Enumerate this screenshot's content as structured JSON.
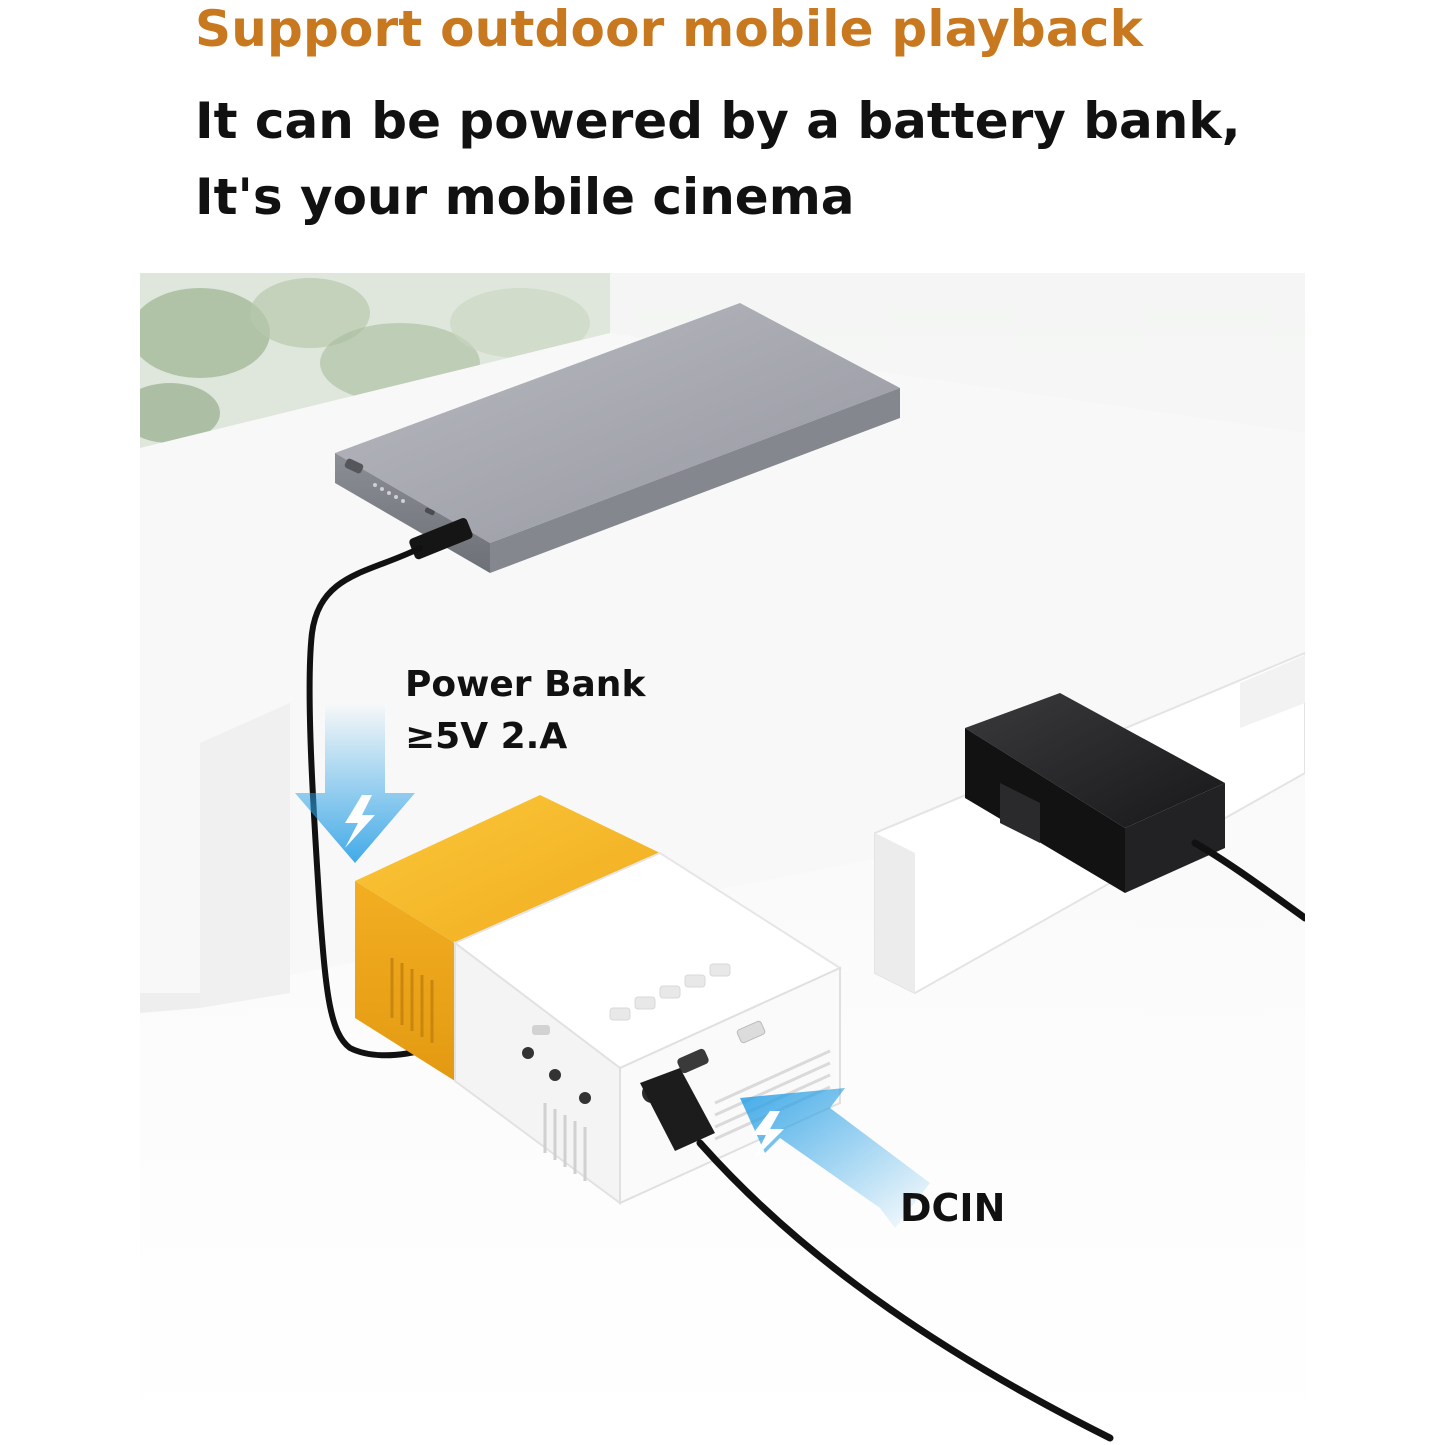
{
  "header": {
    "headline": "Support outdoor mobile playback",
    "subline_1": "It can be powered by a battery bank,",
    "subline_2": "It's your mobile cinema"
  },
  "callouts": {
    "power_bank_line_1": "Power Bank",
    "power_bank_line_2": "≥5V 2.A",
    "dc_in": "DCIN"
  },
  "colors": {
    "headline": "#c8781f",
    "text": "#111111",
    "projector_yellow": "#f6b829",
    "power_bank_silver": "#a8a9b0",
    "adapter_black": "#1c1c1e",
    "arrow_blue": "#2ea2e6"
  }
}
